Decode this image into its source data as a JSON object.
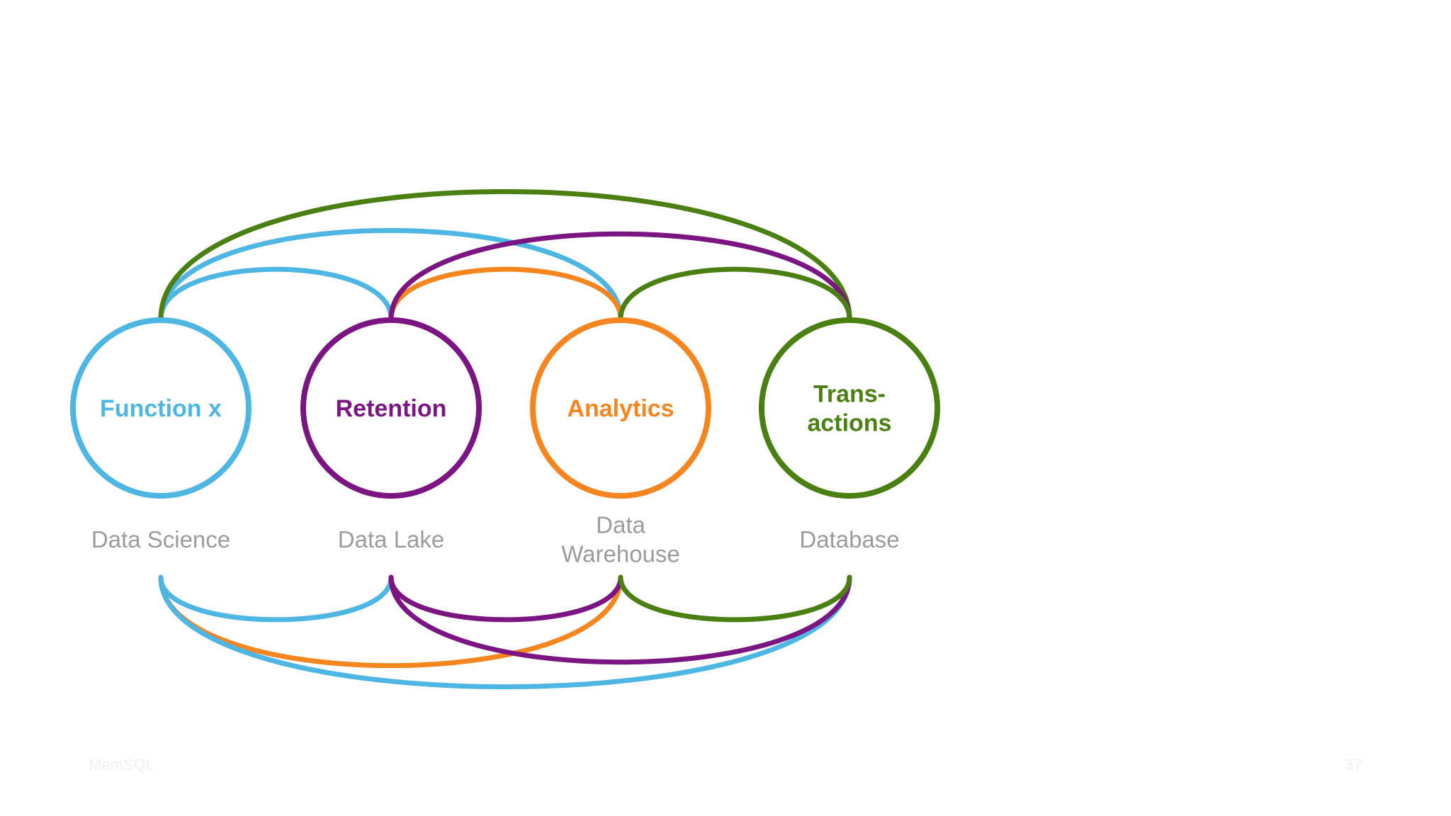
{
  "colors": {
    "blue": "#4db6e3",
    "purple": "#7b1581",
    "orange": "#f5861f",
    "green": "#4a7f12"
  },
  "nodes": [
    {
      "id": "function-x",
      "label": [
        "Function x"
      ],
      "color": "#4db6e3",
      "caption": [
        "Data Science"
      ]
    },
    {
      "id": "retention",
      "label": [
        "Retention"
      ],
      "color": "#7b1581",
      "caption": [
        "Data Lake"
      ]
    },
    {
      "id": "analytics",
      "label": [
        "Analytics"
      ],
      "color": "#f5861f",
      "caption": [
        "Data",
        "Warehouse"
      ]
    },
    {
      "id": "transactions",
      "label": [
        "Trans-",
        "actions"
      ],
      "color": "#4a7f12",
      "caption": [
        "Database"
      ]
    }
  ],
  "connections_top": [
    {
      "from": "function-x",
      "to": "retention",
      "color": "#4db6e3"
    },
    {
      "from": "function-x",
      "to": "analytics",
      "color": "#4db6e3"
    },
    {
      "from": "function-x",
      "to": "transactions",
      "color": "#4a7f12"
    },
    {
      "from": "retention",
      "to": "analytics",
      "color": "#f5861f"
    },
    {
      "from": "retention",
      "to": "transactions",
      "color": "#7b1581"
    },
    {
      "from": "analytics",
      "to": "transactions",
      "color": "#4a7f12"
    }
  ],
  "connections_bottom": [
    {
      "from": "function-x",
      "to": "retention",
      "color": "#4db6e3"
    },
    {
      "from": "function-x",
      "to": "analytics",
      "color": "#f5861f"
    },
    {
      "from": "function-x",
      "to": "transactions",
      "color": "#4db6e3"
    },
    {
      "from": "retention",
      "to": "analytics",
      "color": "#7b1581"
    },
    {
      "from": "retention",
      "to": "transactions",
      "color": "#7b1581"
    },
    {
      "from": "analytics",
      "to": "transactions",
      "color": "#4a7f12"
    }
  ],
  "footer": {
    "brand": "MemSQL",
    "page_number": "37"
  }
}
